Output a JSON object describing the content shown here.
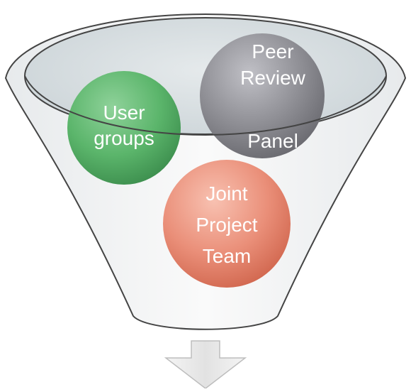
{
  "diagram": {
    "circles": {
      "user_groups": {
        "line1": "User",
        "line2": "groups",
        "color": "#5bb56b"
      },
      "peer_review": {
        "line1": "Peer",
        "line2": "Review",
        "line3": "Panel",
        "color": "#8e8e94"
      },
      "joint_project": {
        "line1": "Joint",
        "line2": "Project",
        "line3": "Team",
        "color": "#ea8f79"
      }
    },
    "colors": {
      "funnel_outline": "#444444",
      "funnel_fill": "#f1f3f4",
      "rim_fill": "#d2dade",
      "arrow_fill": "#e6e6e6",
      "arrow_stroke": "#bdbdbd",
      "label_text": "#ffffff"
    }
  }
}
